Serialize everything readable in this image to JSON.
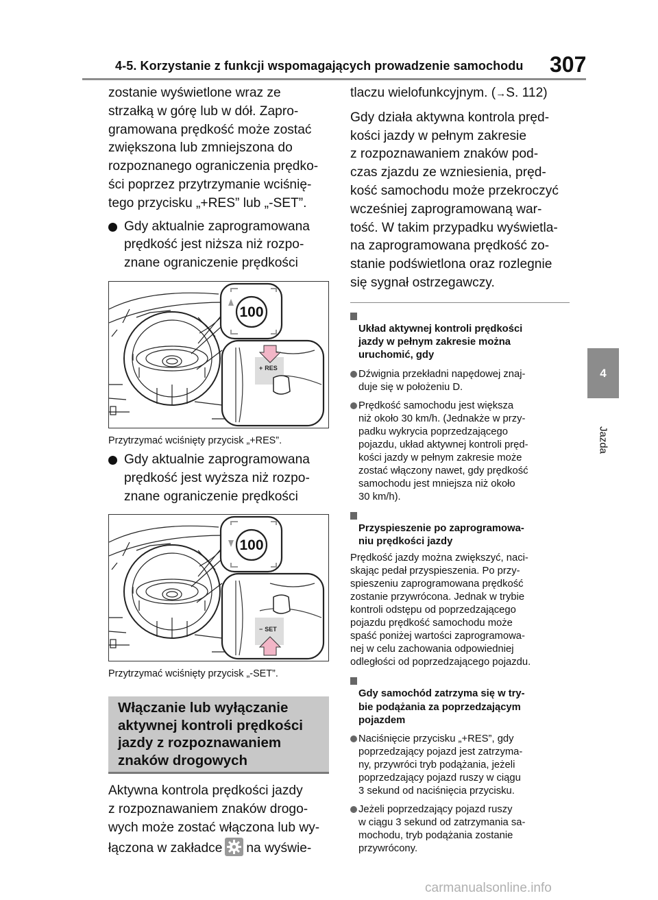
{
  "header": {
    "title": "4-5. Korzystanie z funkcji wspomagających prowadzenie samochodu",
    "page_number": "307"
  },
  "side_tab": {
    "number": "4",
    "label": "Jazda"
  },
  "left": {
    "intro": "zostanie wyświetlone wraz ze\nstrzałką w górę lub w dół. Zapro-\ngramowana prędkość może zostać\nzwiększona lub zmniejszona do\nrozpoznanego ograniczenia prędko-\nści poprzez przytrzymanie wciśnię-\ntego przycisku „+RES” lub „-SET”.",
    "bullet1": "Gdy aktualnie zaprogramowana\nprędkość jest niższa niż rozpo-\nznane ograniczenie prędkości",
    "fig1": {
      "speed": "100",
      "button": "RES",
      "sign": "+"
    },
    "caption1": "Przytrzymać wciśnięty przycisk „+RES”.",
    "bullet2": "Gdy aktualnie zaprogramowana\nprędkość jest wyższa niż rozpo-\nznane ograniczenie prędkości",
    "fig2": {
      "speed": "100",
      "button": "SET",
      "sign": "−"
    },
    "caption2": "Przytrzymać wciśnięty przycisk „-SET”.",
    "section_title": "Włączanie lub wyłączanie\naktywnej kontroli prędkości\njazdy z rozpoznawaniem\nznaków drogowych",
    "outro_part1": "Aktywna kontrola prędkości jazdy\nz rozpoznawaniem znaków drogo-\nwych może zostać włączona lub wy-\nłączona w zakładce",
    "outro_part2": "na wyświe-"
  },
  "right": {
    "para1_a": "tlaczu wielofunkcyjnym. (",
    "para1_arrow": "→",
    "para1_b": "S. 112)",
    "para2": "Gdy działa aktywna kontrola pręd-\nkości jazdy w pełnym zakresie\nz rozpoznawaniem znaków pod-\nczas zjazdu ze wzniesienia, pręd-\nkość samochodu może przekroczyć\nwcześniej zaprogramowaną war-\ntość. W takim przypadku wyświetla-\nna zaprogramowana prędkość zo-\nstanie podświetlona oraz rozlegnie\nsię sygnał ostrzegawczy.",
    "head1": "Układ aktywnej kontroli prędkości\njazdy w pełnym zakresie można\nuruchomić, gdy",
    "b1": "Dźwignia przekładni napędowej znaj-\nduje się w położeniu D.",
    "b2": "Prędkość samochodu jest większa\nniż około 30 km/h. (Jednakże w przy-\npadku wykrycia poprzedzającego\npojazdu, układ aktywnej kontroli pręd-\nkości jazdy w pełnym zakresie może\nzostać włączony nawet, gdy prędkość\nsamochodu jest mniejsza niż około\n30 km/h).",
    "head2": "Przyspieszenie po zaprogramowa-\nniu prędkości jazdy",
    "p2": "Prędkość jazdy można zwiększyć, naci-\nskając pedał przyspieszenia. Po przy-\nspieszeniu zaprogramowana prędkość\nzostanie przywrócona. Jednak w trybie\nkontroli odstępu od poprzedzającego\npojazdu prędkość samochodu może\nspaść poniżej wartości zaprogramowa-\nnej w celu zachowania odpowiedniej\nodległości od poprzedzającego pojazdu.",
    "head3": "Gdy samochód zatrzyma się w try-\nbie podążania za poprzedzającym\npojazdem",
    "b3": "Naciśnięcie przycisku „+RES”, gdy\npoprzedzający pojazd jest zatrzyma-\nny, przywróci tryb podążania, jeżeli\npoprzedzający pojazd ruszy w ciągu\n3 sekund od naciśnięcia przycisku.",
    "b4": "Jeżeli poprzedzający pojazd ruszy\nw ciągu 3 sekund od zatrzymania sa-\nmochodu, tryb podążania zostanie\nprzywrócony."
  },
  "watermark": "carmanualsonline.info",
  "colors": {
    "tab_gray": "#8c8c8c",
    "box_gray": "#c8c8c8",
    "arrow_pink": "#f2b6c7"
  }
}
